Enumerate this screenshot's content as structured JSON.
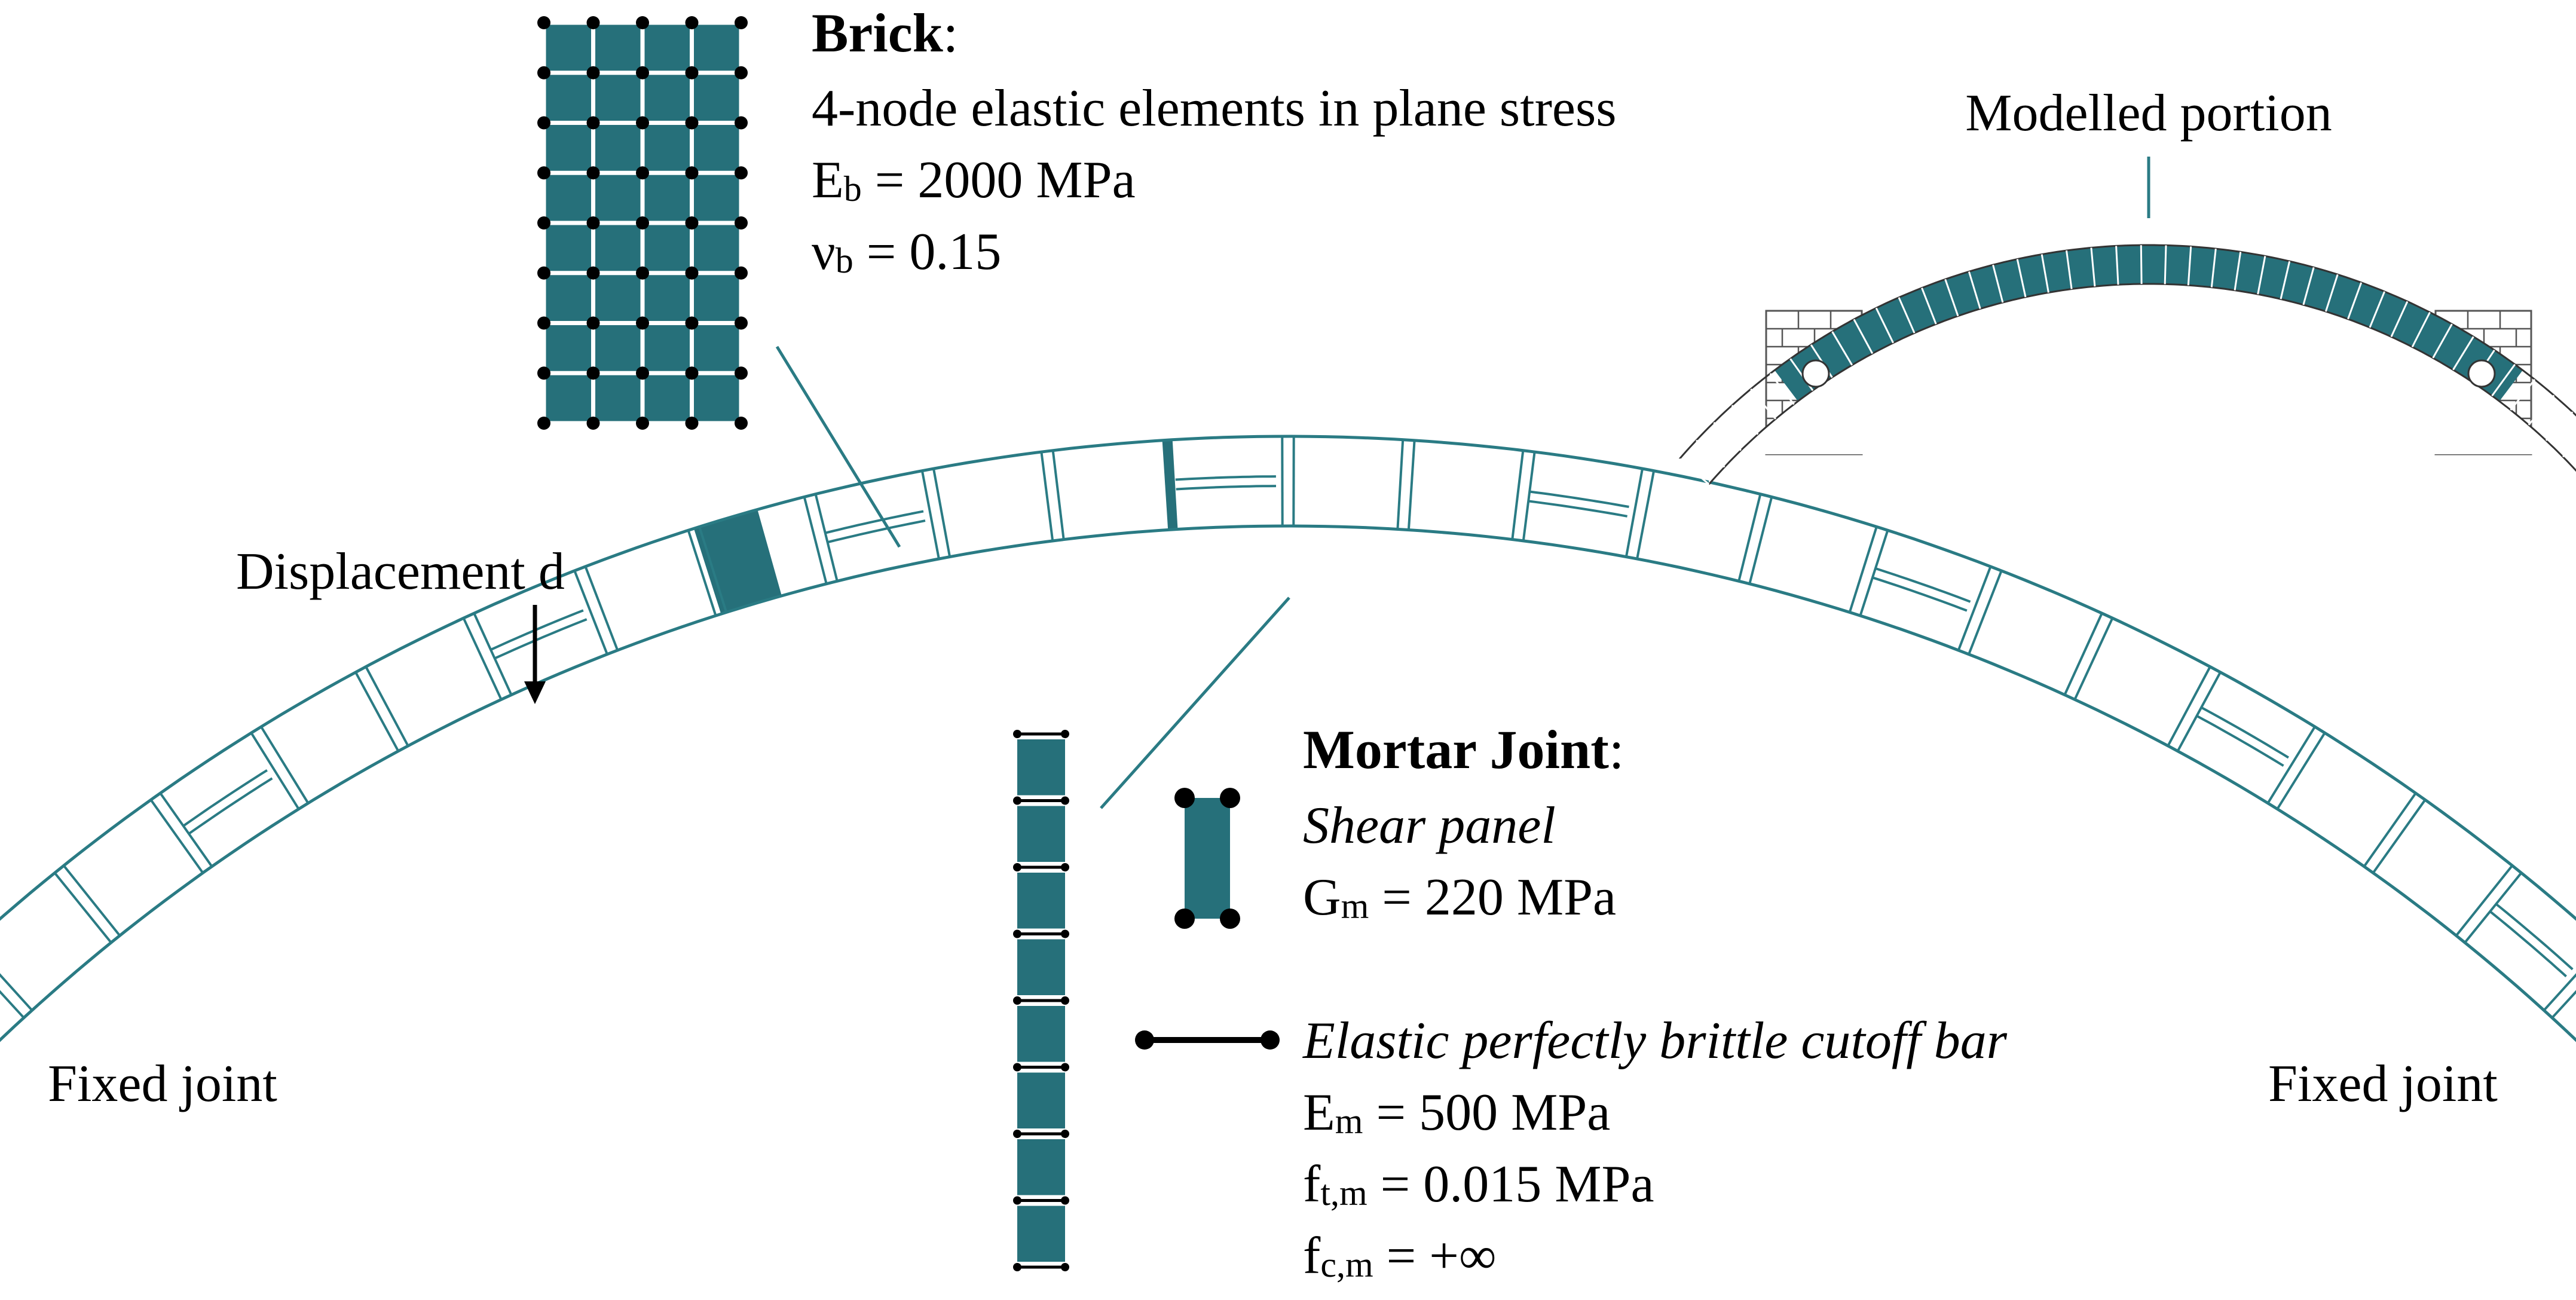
{
  "colors": {
    "teal": "#26707a",
    "line": "#2a7b84",
    "black": "#000000",
    "white": "#ffffff"
  },
  "brick": {
    "title": "Brick",
    "colon": ":",
    "line1": "4-node elastic elements in plane stress",
    "E_sym": "E",
    "E_sub": "b",
    "E_val": " = 2000 MPa",
    "nu_sym": "ν",
    "nu_sub": "b",
    "nu_val": " = 0.15"
  },
  "mortar": {
    "title": "Mortar Joint",
    "colon": ":",
    "shear_panel": "Shear panel",
    "G_sym": "G",
    "G_sub": "m",
    "G_val": " = 220 MPa",
    "bar_label": "Elastic perfectly brittle cutoff bar",
    "E_sym": "E",
    "E_sub": "m",
    "E_val": " = 500 MPa",
    "ft_sym": "f",
    "ft_sub": "t,m",
    "ft_val": " = 0.015 MPa",
    "fc_sym": "f",
    "fc_sub": "c,m",
    "fc_val": " = +∞"
  },
  "labels": {
    "modelled_portion": "Modelled portion",
    "displacement": "Displacement d",
    "fixed_left": "Fixed joint",
    "fixed_right": "Fixed joint"
  }
}
